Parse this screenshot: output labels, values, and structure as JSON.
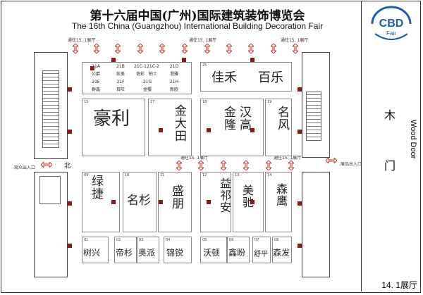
{
  "header": {
    "title": "第十六届中国(广州)国际建筑装饰博览会",
    "subtitle": "The 16th China (Guangzhou) International Building Decoration Fair"
  },
  "logo": {
    "top": "CBD",
    "bottom": "Fair"
  },
  "side": {
    "hall_name_zh": "木",
    "hall_name_zh2": "门",
    "hall_name_en": "Wood Door",
    "hall_number": "14. 1展厅"
  },
  "exits": {
    "top_left": "通往15. 1展厅",
    "top_center": "通往15. 1展厅",
    "top_right": "通往15. 1展厅",
    "mid_left": "通往15. 1展厅",
    "mid_right": "通往15. 1展厅",
    "visitor_exit": "观众出入口",
    "exhibitor_exit": "展品出入口",
    "north": "北"
  },
  "booths": {
    "grid21": [
      {
        "code": "21A",
        "name": "公爵"
      },
      {
        "code": "21B",
        "name": "炫美"
      },
      {
        "code": "21C-1",
        "name": "奇彩"
      },
      {
        "code": "21C-2",
        "name": "柏士"
      },
      {
        "code": "21D",
        "name": "澄雅"
      },
      {
        "code": "21E",
        "name": "群鑫"
      },
      {
        "code": "21F",
        "name": "百旺"
      },
      {
        "code": "21G",
        "name": "金樱"
      },
      {
        "code": "21H",
        "name": "新欧"
      }
    ],
    "b25": {
      "num": "25",
      "name": "佳禾"
    },
    "b25b": {
      "name": "百乐"
    },
    "b15": {
      "num": "15",
      "name": "豪利"
    },
    "b17": {
      "num": "17",
      "name": "金大田"
    },
    "b18a": {
      "num": "18",
      "name": "金隆"
    },
    "b18b": {
      "name": "汉高"
    },
    "b19": {
      "num": "19",
      "name": "名风"
    },
    "b09": {
      "num": "09",
      "name": "绿捷"
    },
    "b10": {
      "num": "10",
      "name": "名杉"
    },
    "b11": {
      "num": "11",
      "name": "盛朋"
    },
    "b12": {
      "num": "12",
      "name": "益祁安"
    },
    "b13": {
      "num": "13",
      "name": "美驰"
    },
    "b14": {
      "num": "14",
      "name": "森鹰"
    },
    "row_bottom": [
      {
        "num": "01",
        "name": "树兴"
      },
      {
        "num": "02",
        "name": "帝杉"
      },
      {
        "num": "03",
        "name": "奥派"
      },
      {
        "num": "04",
        "name": "锦锐"
      },
      {
        "num": "05",
        "name": "沃顿"
      },
      {
        "num": "06",
        "name": "鑫盼"
      },
      {
        "num": "07",
        "name": "舒平"
      },
      {
        "num": "08",
        "name": "森发"
      }
    ]
  },
  "colors": {
    "pillar": "#8b1a1a",
    "arrow": "#c0392b",
    "logo": "#1f5fa8"
  }
}
